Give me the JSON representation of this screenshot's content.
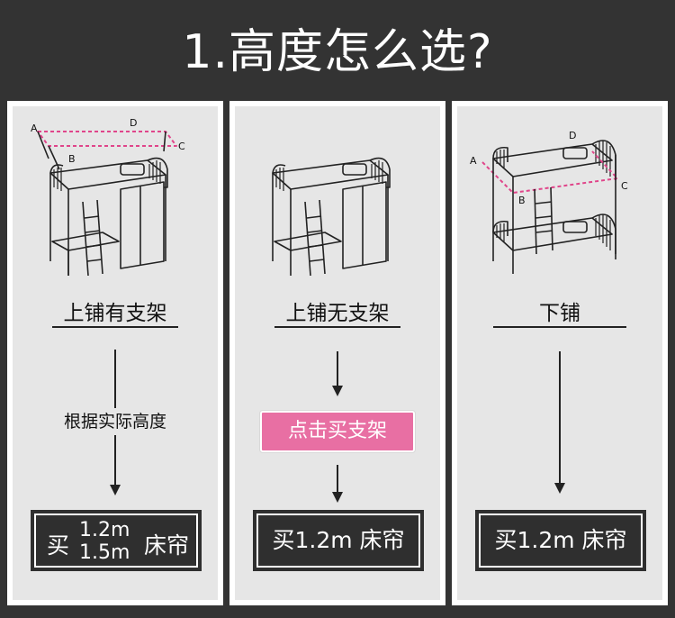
{
  "title": "1.高度怎么选?",
  "panels": [
    {
      "bed_label": "上铺有支架",
      "middle_text": "根据实际高度",
      "buy": "买",
      "sizes_line1": "1.2m",
      "sizes_line2": "1.5m",
      "curtain": "床帘",
      "corner_labels": [
        "A",
        "B",
        "C",
        "D"
      ]
    },
    {
      "bed_label": "上铺无支架",
      "button_label": "点击买支架",
      "buy_text": "买1.2m 床帘"
    },
    {
      "bed_label": "下铺",
      "buy_text": "买1.2m 床帘",
      "corner_labels": [
        "A",
        "B",
        "C",
        "D"
      ]
    }
  ],
  "colors": {
    "background": "#333333",
    "panel": "#e6e6e6",
    "accent_pink": "#e86fa3",
    "dashed_marker": "#e0458a",
    "buy_box": "#2f2f2f"
  }
}
